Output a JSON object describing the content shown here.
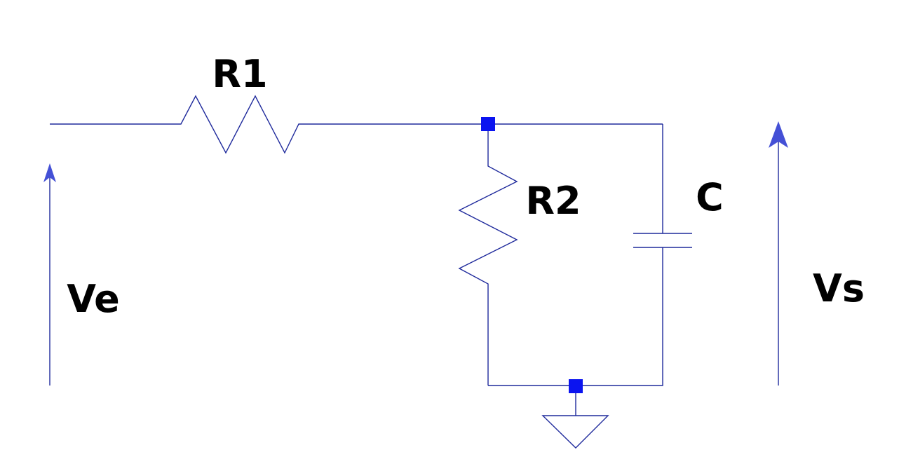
{
  "colors": {
    "wire": "#1f2a9c",
    "junction": "#0b14f0",
    "arrow_head": "#4450d6",
    "label": "#000000",
    "background": "#ffffff"
  },
  "labels": {
    "r1": "R1",
    "r2": "R2",
    "c": "C",
    "ve": "Ve",
    "vs": "Vs"
  }
}
